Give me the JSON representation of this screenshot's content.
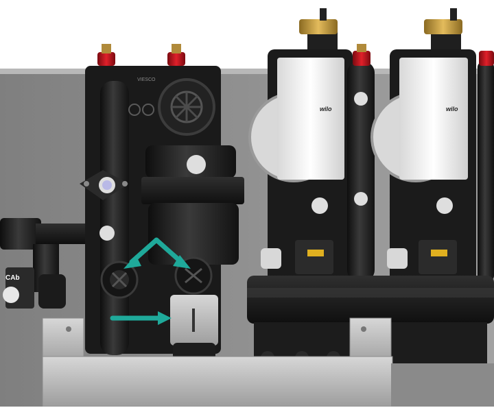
{
  "scene": {
    "pump_brand_left": "wilo",
    "pump_brand_right": "wilo",
    "manifold_mark": "VIESCO",
    "side_label": "CAb",
    "colors": {
      "background": "#ffffff",
      "panel": "#8e8e8e",
      "body": "#1e1e1e",
      "pump_head": "#f4f4f4",
      "red_cap": "#c4121b",
      "brass_cap": "#c9a24a",
      "arrow": "#1fa99a",
      "bracket": "#bdbdbd"
    }
  }
}
